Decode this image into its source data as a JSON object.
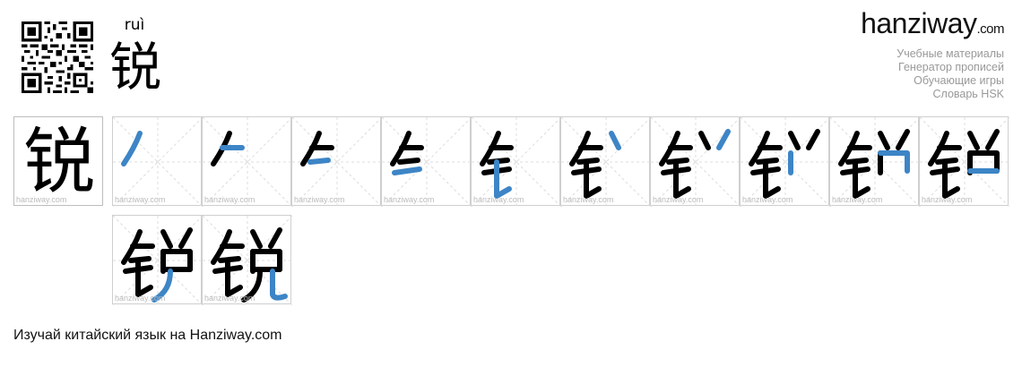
{
  "header": {
    "pinyin": "ruì",
    "character": "锐"
  },
  "logo": {
    "name": "hanziway",
    "tld": ".com"
  },
  "nav": {
    "links": [
      "Учебные материалы",
      "Генератор прописей",
      "Обучающие игры",
      "Словарь HSK"
    ]
  },
  "stroke_order": {
    "watermark": "hanziway.com",
    "stroke_color": "#3d85c6",
    "total_strokes": 12,
    "steps": [
      {
        "step": 1
      },
      {
        "step": 2
      },
      {
        "step": 3
      },
      {
        "step": 4
      },
      {
        "step": 5
      },
      {
        "step": 6
      },
      {
        "step": 7
      },
      {
        "step": 8
      },
      {
        "step": 9
      },
      {
        "step": 10
      },
      {
        "step": 11
      },
      {
        "step": 12
      }
    ]
  },
  "footer": {
    "text": "Изучай китайский язык на Hanziway.com"
  }
}
